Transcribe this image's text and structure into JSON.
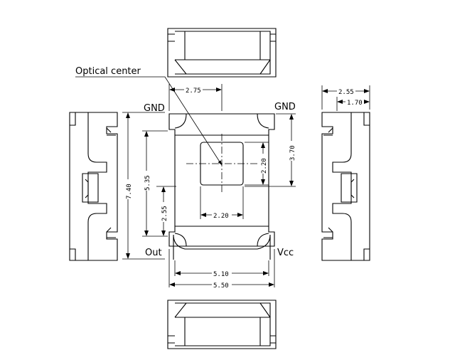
{
  "labels": {
    "optical_center": "Optical center",
    "gnd_left": "GND",
    "gnd_right": "GND",
    "out": "Out",
    "vcc": "Vcc"
  },
  "dimensions": {
    "top_width": "2.75",
    "total_height": "7.40",
    "height_535": "5.35",
    "height_255": "2.55",
    "window_height": "2.20",
    "window_width": "2.20",
    "right_height": "3.70",
    "body_width": "5.10",
    "total_width": "5.50",
    "side_width": "2.55",
    "side_inner": "1.70"
  }
}
